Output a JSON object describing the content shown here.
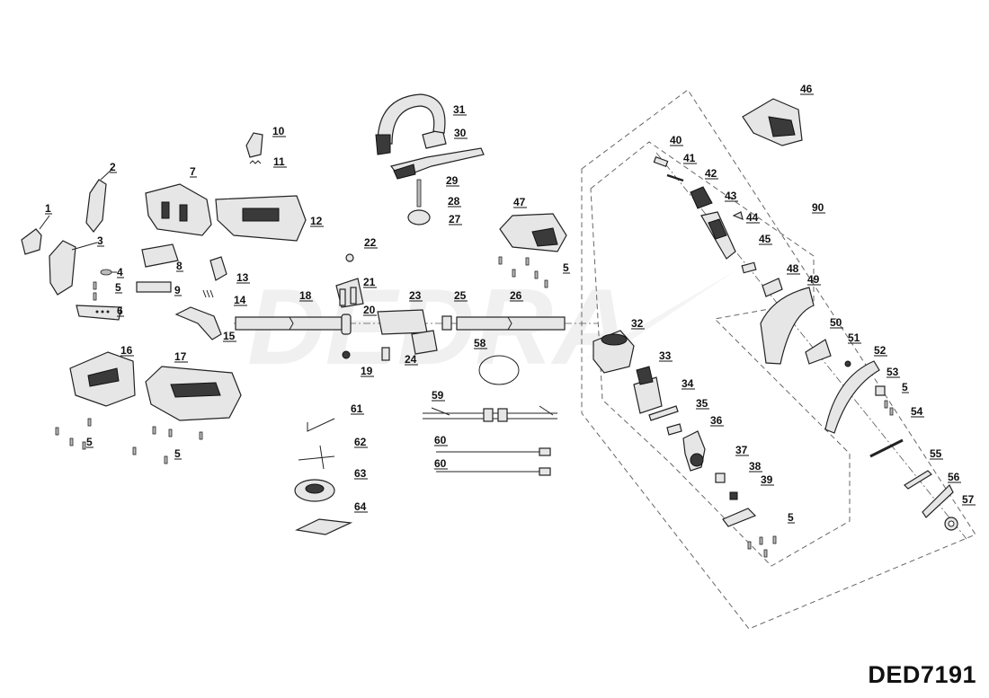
{
  "model_code": "DED7191",
  "watermark_brand": "DEDRA",
  "part_labels": [
    "1",
    "2",
    "3",
    "4",
    "5",
    "6",
    "7",
    "8",
    "9",
    "10",
    "11",
    "12",
    "13",
    "14",
    "15",
    "16",
    "17",
    "18",
    "19",
    "20",
    "21",
    "22",
    "23",
    "24",
    "25",
    "26",
    "27",
    "28",
    "29",
    "30",
    "31",
    "32",
    "33",
    "34",
    "35",
    "36",
    "37",
    "38",
    "39",
    "40",
    "41",
    "42",
    "43",
    "44",
    "45",
    "46",
    "47",
    "48",
    "49",
    "50",
    "51",
    "52",
    "53",
    "54",
    "55",
    "56",
    "57",
    "58",
    "59",
    "60",
    "61",
    "62",
    "63",
    "64",
    "90"
  ],
  "colors": {
    "line": "#222222",
    "watermark": "#e4e4e4",
    "background": "#ffffff"
  }
}
